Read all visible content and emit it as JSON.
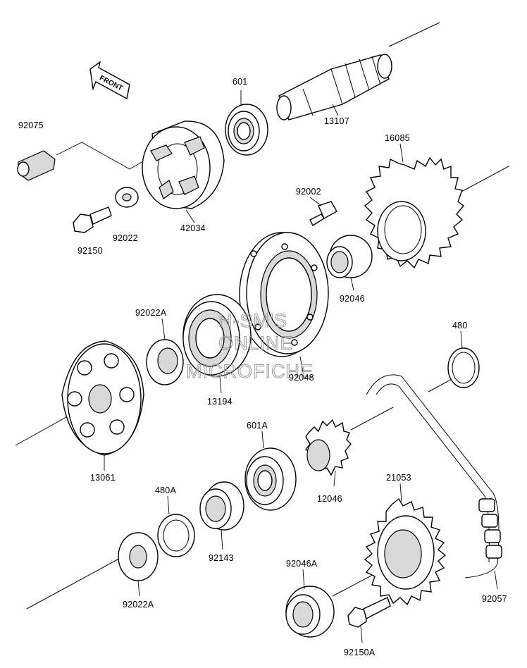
{
  "front_arrow": {
    "label": "FRONT"
  },
  "watermark": {
    "line1": "H-SM'S",
    "line2": "ONLINE",
    "line3": "MICROFICHE"
  },
  "parts": {
    "p92075": "92075",
    "p601": "601",
    "p13107": "13107",
    "p16085": "16085",
    "p92002": "92002",
    "p92022": "92022",
    "p42034": "42034",
    "p92150": "92150",
    "p92046": "92046",
    "p92022A_top": "92022A",
    "p480": "480",
    "p92048": "92048",
    "p13194": "13194",
    "p601A": "601A",
    "p13061": "13061",
    "p12046": "12046",
    "p480A": "480A",
    "p21053": "21053",
    "p92143": "92143",
    "p92046A": "92046A",
    "p92022A_bottom": "92022A",
    "p92057": "92057",
    "p92150A": "92150A"
  }
}
